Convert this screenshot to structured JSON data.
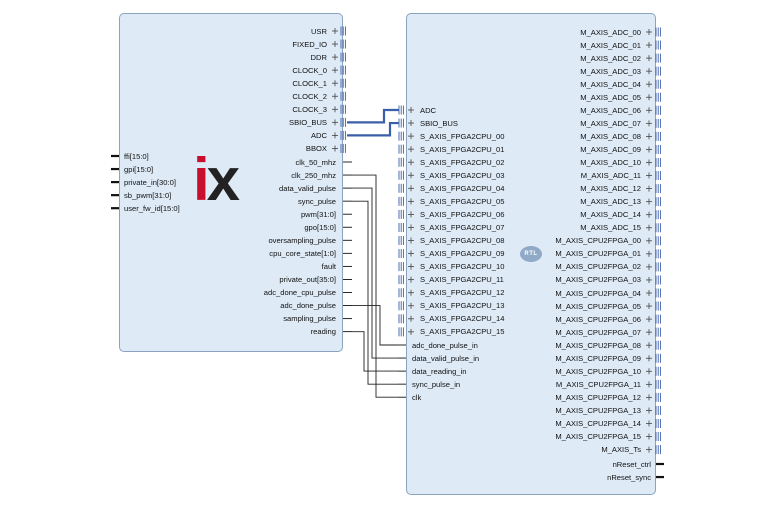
{
  "left_block": {
    "logo": {
      "i": "i",
      "x": "x"
    },
    "inputs": [
      "ffi[15:0]",
      "gpi[15:0]",
      "private_in[30:0]",
      "sb_pwm[31:0]",
      "user_fw_id[15:0]"
    ],
    "bus_ports": [
      "USR",
      "FIXED_IO",
      "DDR",
      "CLOCK_0",
      "CLOCK_1",
      "CLOCK_2",
      "CLOCK_3",
      "SBIO_BUS",
      "ADC",
      "BBOX"
    ],
    "outputs": [
      "clk_50_mhz",
      "clk_250_mhz",
      "data_valid_pulse",
      "sync_pulse",
      "pwm[31:0]",
      "gpo[15:0]",
      "oversampling_pulse",
      "cpu_core_state[1:0]",
      "fault",
      "private_out[35:0]",
      "adc_done_cpu_pulse",
      "adc_done_pulse",
      "sampling_pulse",
      "reading"
    ]
  },
  "right_block": {
    "badge": "RTL",
    "bus_inputs": [
      "ADC",
      "SBIO_BUS",
      "S_AXIS_FPGA2CPU_00",
      "S_AXIS_FPGA2CPU_01",
      "S_AXIS_FPGA2CPU_02",
      "S_AXIS_FPGA2CPU_03",
      "S_AXIS_FPGA2CPU_04",
      "S_AXIS_FPGA2CPU_05",
      "S_AXIS_FPGA2CPU_06",
      "S_AXIS_FPGA2CPU_07",
      "S_AXIS_FPGA2CPU_08",
      "S_AXIS_FPGA2CPU_09",
      "S_AXIS_FPGA2CPU_10",
      "S_AXIS_FPGA2CPU_11",
      "S_AXIS_FPGA2CPU_12",
      "S_AXIS_FPGA2CPU_13",
      "S_AXIS_FPGA2CPU_14",
      "S_AXIS_FPGA2CPU_15"
    ],
    "signal_inputs": [
      "adc_done_pulse_in",
      "data_valid_pulse_in",
      "data_reading_in",
      "sync_pulse_in",
      "clk"
    ],
    "bus_outputs": [
      "M_AXIS_ADC_00",
      "M_AXIS_ADC_01",
      "M_AXIS_ADC_02",
      "M_AXIS_ADC_03",
      "M_AXIS_ADC_04",
      "M_AXIS_ADC_05",
      "M_AXIS_ADC_06",
      "M_AXIS_ADC_07",
      "M_AXIS_ADC_08",
      "M_AXIS_ADC_09",
      "M_AXIS_ADC_10",
      "M_AXIS_ADC_11",
      "M_AXIS_ADC_12",
      "M_AXIS_ADC_13",
      "M_AXIS_ADC_14",
      "M_AXIS_ADC_15",
      "M_AXIS_CPU2FPGA_00",
      "M_AXIS_CPU2FPGA_01",
      "M_AXIS_CPU2FPGA_02",
      "M_AXIS_CPU2FPGA_03",
      "M_AXIS_CPU2FPGA_04",
      "M_AXIS_CPU2FPGA_05",
      "M_AXIS_CPU2FPGA_06",
      "M_AXIS_CPU2FPGA_07",
      "M_AXIS_CPU2FPGA_08",
      "M_AXIS_CPU2FPGA_09",
      "M_AXIS_CPU2FPGA_10",
      "M_AXIS_CPU2FPGA_11",
      "M_AXIS_CPU2FPGA_12",
      "M_AXIS_CPU2FPGA_13",
      "M_AXIS_CPU2FPGA_14",
      "M_AXIS_CPU2FPGA_15",
      "M_AXIS_Ts"
    ],
    "signal_outputs": [
      "nReset_ctrl",
      "nReset_sync"
    ]
  },
  "colors": {
    "block_fill": "#deeaf6",
    "block_border": "#8aa4c0",
    "bus_wire": "#3b5ea8",
    "signal_wire": "#222222",
    "logo_i": "#c8102e",
    "logo_x": "#222222"
  }
}
